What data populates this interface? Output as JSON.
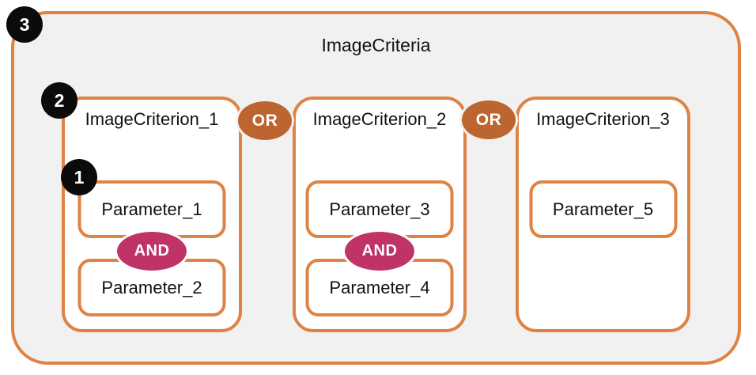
{
  "diagram": {
    "title": "ImageCriteria",
    "or_label": "OR",
    "and_label": "AND",
    "markers": [
      {
        "label": "3"
      },
      {
        "label": "2"
      },
      {
        "label": "1"
      }
    ],
    "criteria": [
      {
        "label": "ImageCriterion_1",
        "parameters": [
          "Parameter_1",
          "Parameter_2"
        ]
      },
      {
        "label": "ImageCriterion_2",
        "parameters": [
          "Parameter_3",
          "Parameter_4"
        ]
      },
      {
        "label": "ImageCriterion_3",
        "parameters": [
          "Parameter_5"
        ]
      }
    ],
    "colors": {
      "outline_orange": "#DE8344",
      "or_badge_fill": "#BC6530",
      "and_badge_fill": "#C03366",
      "marker_fill": "#0B0B0B",
      "container_background": "#F1F1F2",
      "box_background": "#FFFFFF",
      "text": "#111111",
      "badge_text": "#FFFFFF"
    }
  }
}
